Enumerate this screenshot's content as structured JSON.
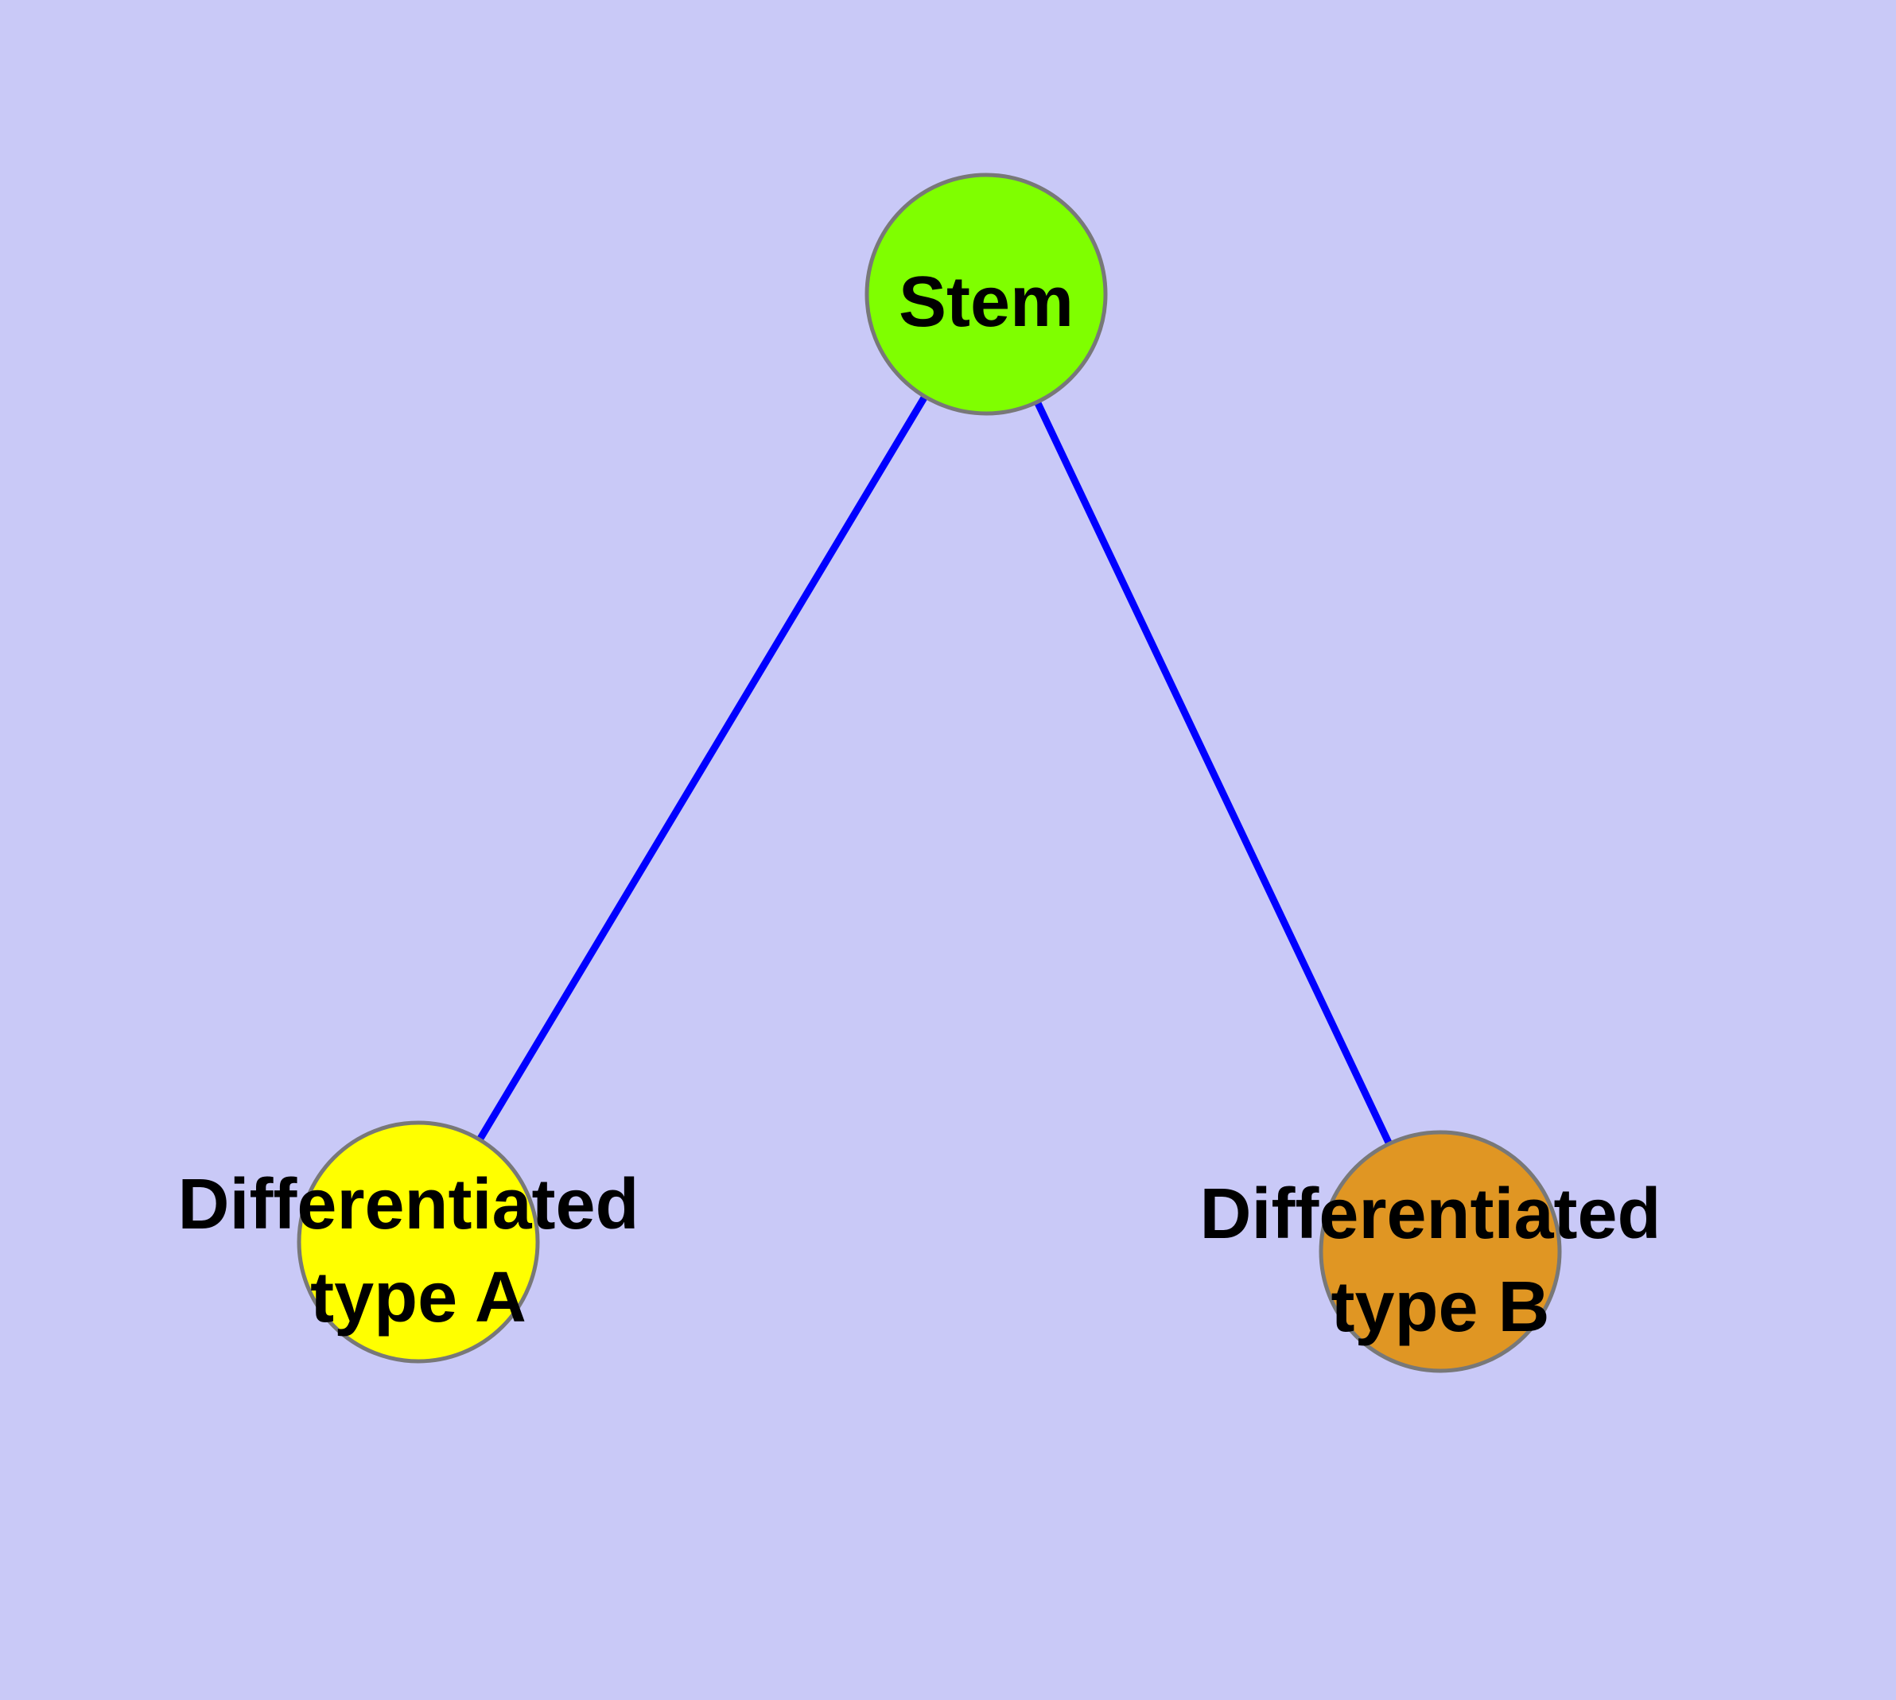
{
  "diagram": {
    "type": "node-link-graph",
    "background_color": "#C9C9F7",
    "edge_color": "#0000FF",
    "node_border_color": "#787878",
    "label_color": "#000000",
    "nodes": {
      "stem": {
        "label": "Stem",
        "color": "#7FFF00"
      },
      "type_a": {
        "lines": [
          "Differentiated",
          "type A"
        ],
        "color": "#FFFF00"
      },
      "type_b": {
        "lines": [
          "Differentiated",
          "type B"
        ],
        "color": "#E09623"
      }
    },
    "edges": [
      {
        "from": "Stem",
        "to": "Differentiated type A"
      },
      {
        "from": "Stem",
        "to": "Differentiated type B"
      }
    ]
  }
}
